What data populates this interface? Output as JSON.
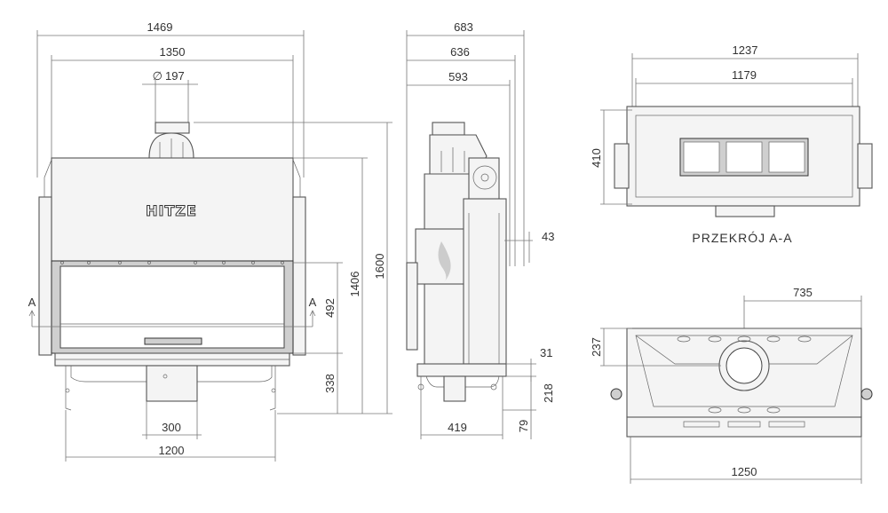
{
  "front": {
    "brand": "HITZE",
    "dims": {
      "overall_width": "1469",
      "body_width": "1350",
      "flue": "197",
      "flue_symbol": "∅",
      "total_height": "1600",
      "body_height": "1406",
      "door_height": "492",
      "base_height": "338",
      "outlet_width": "300",
      "leg_span": "1200"
    }
  },
  "side": {
    "dims": {
      "depth_683": "683",
      "depth_636": "636",
      "depth_593": "593",
      "d43": "43",
      "d31": "31",
      "d218": "218",
      "d419": "419",
      "d79": "79"
    }
  },
  "section": {
    "title": "PRZEKRÓJ A-A",
    "dims": {
      "w1237": "1237",
      "w1179": "1179",
      "h410": "410"
    }
  },
  "top": {
    "dims": {
      "w735": "735",
      "h237": "237",
      "w1250": "1250"
    }
  },
  "markers": {
    "section_label": "A"
  }
}
